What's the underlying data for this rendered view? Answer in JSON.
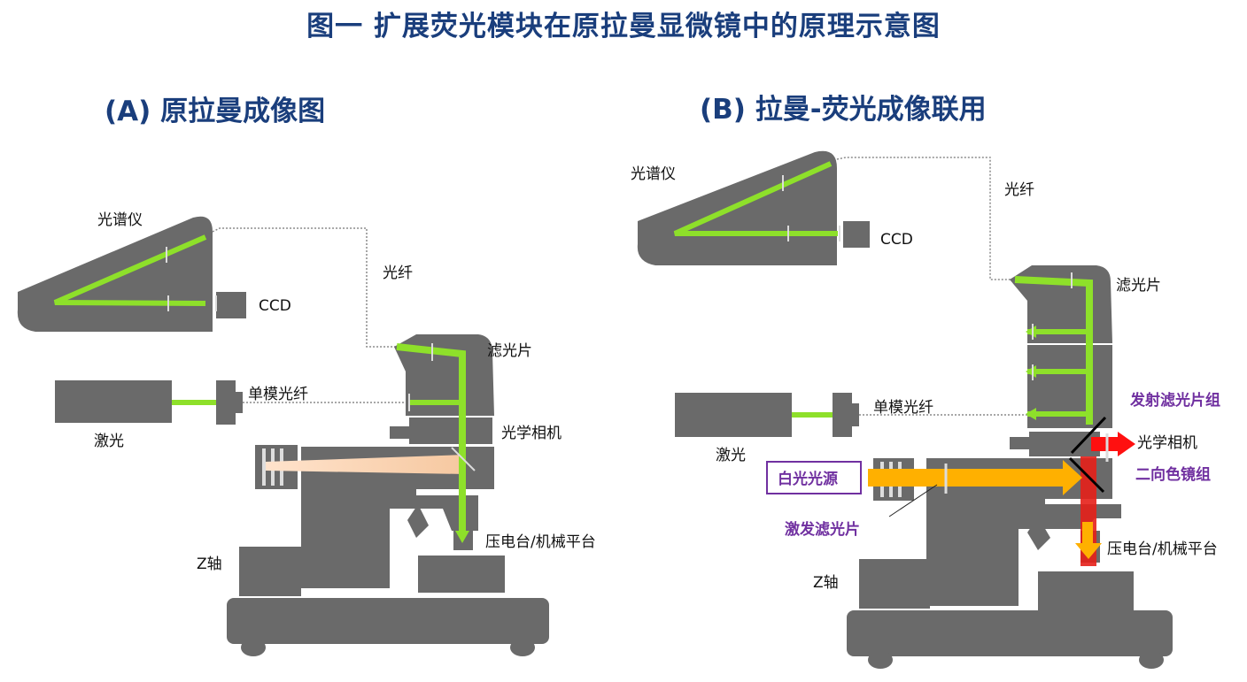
{
  "title": "图一 扩展荧光模块在原拉曼显微镜中的原理示意图",
  "panel_a": {
    "subtitle": "(A) 原拉曼成像图",
    "labels": {
      "spectrometer": "光谱仪",
      "ccd": "CCD",
      "fiber": "光纤",
      "filter": "滤光片",
      "single_mode_fiber": "单模光纤",
      "laser": "激光",
      "camera": "光学相机",
      "stage": "压电台/机械平台",
      "z_axis": "Z轴"
    }
  },
  "panel_b": {
    "subtitle": "(B) 拉曼-荧光成像联用",
    "labels": {
      "spectrometer": "光谱仪",
      "ccd": "CCD",
      "fiber": "光纤",
      "filter": "滤光片",
      "single_mode_fiber": "单模光纤",
      "laser": "激光",
      "emission_filter": "发射滤光片组",
      "camera": "光学相机",
      "dichroic": "二向色镜组",
      "white_light": "白光光源",
      "excitation_filter": "激发滤光片",
      "stage": "压电台/机械平台",
      "z_axis": "Z轴"
    }
  },
  "colors": {
    "title": "#1a3e7c",
    "body_gray": "#6d6d6d",
    "beam_green": "#8ee02a",
    "beam_orange": "#ffb000",
    "beam_red": "#e6201a",
    "accent_purple": "#7030a0"
  }
}
